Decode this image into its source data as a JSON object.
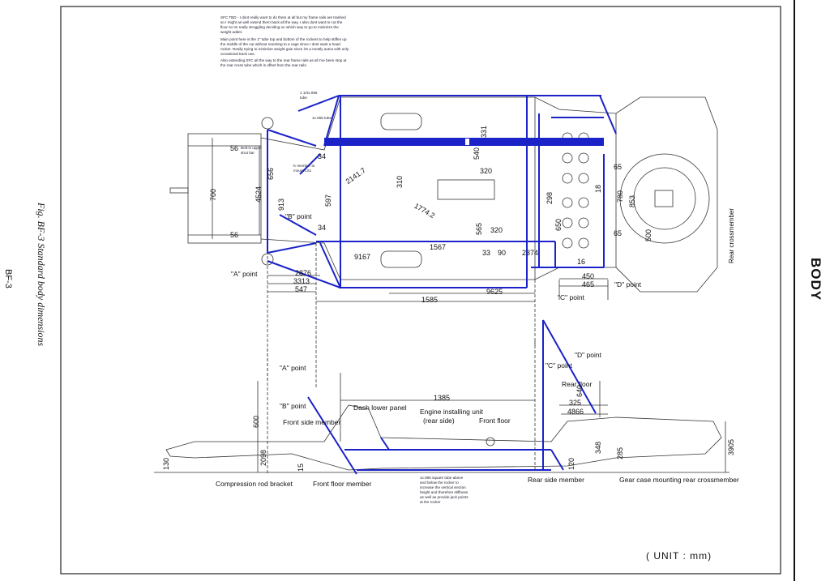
{
  "page": {
    "figure_caption": "Fig. BF-3 Standard body dimensions",
    "page_number": "BF-3",
    "section_tab": "BODY",
    "unit_note": "( UNIT  :  mm)"
  },
  "annotations": {
    "top_note_1": "SFC TBD - I dont really want to do them at all but my frame rails are trashed so I might as well extend them back all the way.  I also dont want to cut the floor so Im really struggling deciding on which way to go to minimize the weight adder.",
    "top_note_2": "Main point here is the 1\" tube top and bottom of the rockers to help stiffen up the middle of the car without resorting to a cage since I dont want a head rocker.  Really trying to minimize weight gain since it's a mostly autox with only occasional track use.",
    "top_note_3": "Also extending SFC all the way to the rear frame rails as all I've been stop at the rear cross tube which is offset from the rear rails.",
    "tube_1": "1 1/4x.065 tube",
    "tube_2": "1x.065 tube",
    "strut_bar": "Bolt-in upper strut bar",
    "k_member": "K member to mount LS1",
    "rocker_note": "1x.065 square tube above and below the rocker to increase the vertical section height and therefore stiffness as well as provide jack points at the rocker"
  },
  "top_view": {
    "points": {
      "a": "\"A\" point",
      "b": "\"B\" point",
      "c": "\"C\" point",
      "d": "\"D\" point"
    },
    "rear_crossmember": "Rear crossmember",
    "dims": {
      "d700": "700",
      "d4524": "4524",
      "d913": "913",
      "d597": "597",
      "d656": "656",
      "d56a": "56",
      "d56b": "56",
      "d34a": "34",
      "d34b": "34",
      "d21417": "2141.7",
      "d310": "310",
      "d17742": "1774.2",
      "d320a": "320",
      "d320b": "320",
      "d540": "540",
      "d331": "331",
      "d298": "298",
      "d18": "18",
      "d780": "780",
      "d853": "853",
      "d500": "500",
      "d650": "650",
      "d65a": "65",
      "d65b": "65",
      "d1567": "1567",
      "d9167": "9167",
      "d33": "33",
      "d90": "90",
      "d2374": "2374",
      "d16": "16",
      "d565": "565",
      "d2876": "2876",
      "d3313": "3313",
      "d547": "547",
      "d1585": "1585",
      "d9625": "9625",
      "d450": "450",
      "d465": "465"
    }
  },
  "side_view": {
    "points": {
      "a": "\"A\" point",
      "b": "\"B\" point",
      "c": "\"C\" point",
      "d": "\"D\" point"
    },
    "labels": {
      "dash_lower_panel": "Dash lower panel",
      "engine_unit": "Engine installing unit",
      "engine_unit_sub": "(rear side)",
      "front_floor": "Front floor",
      "rear_floor": "Rear floor",
      "front_side_member": "Front side member",
      "compression_rod_bracket": "Compression rod bracket",
      "front_floor_member": "Front floor member",
      "rear_side_member": "Rear side member",
      "gear_case_crossmember": "Gear case mounting rear crossmember"
    },
    "dims": {
      "d1385": "1385",
      "d325": "325",
      "d4866": "4866",
      "d640": "640",
      "d600": "600",
      "d2098": "2098",
      "d130": "130",
      "d348": "348",
      "d285": "285",
      "d3905": "3905",
      "d15": "15",
      "d120": "120"
    }
  },
  "colors": {
    "annotation_blue": "#1a22c8",
    "ink": "#111111"
  }
}
